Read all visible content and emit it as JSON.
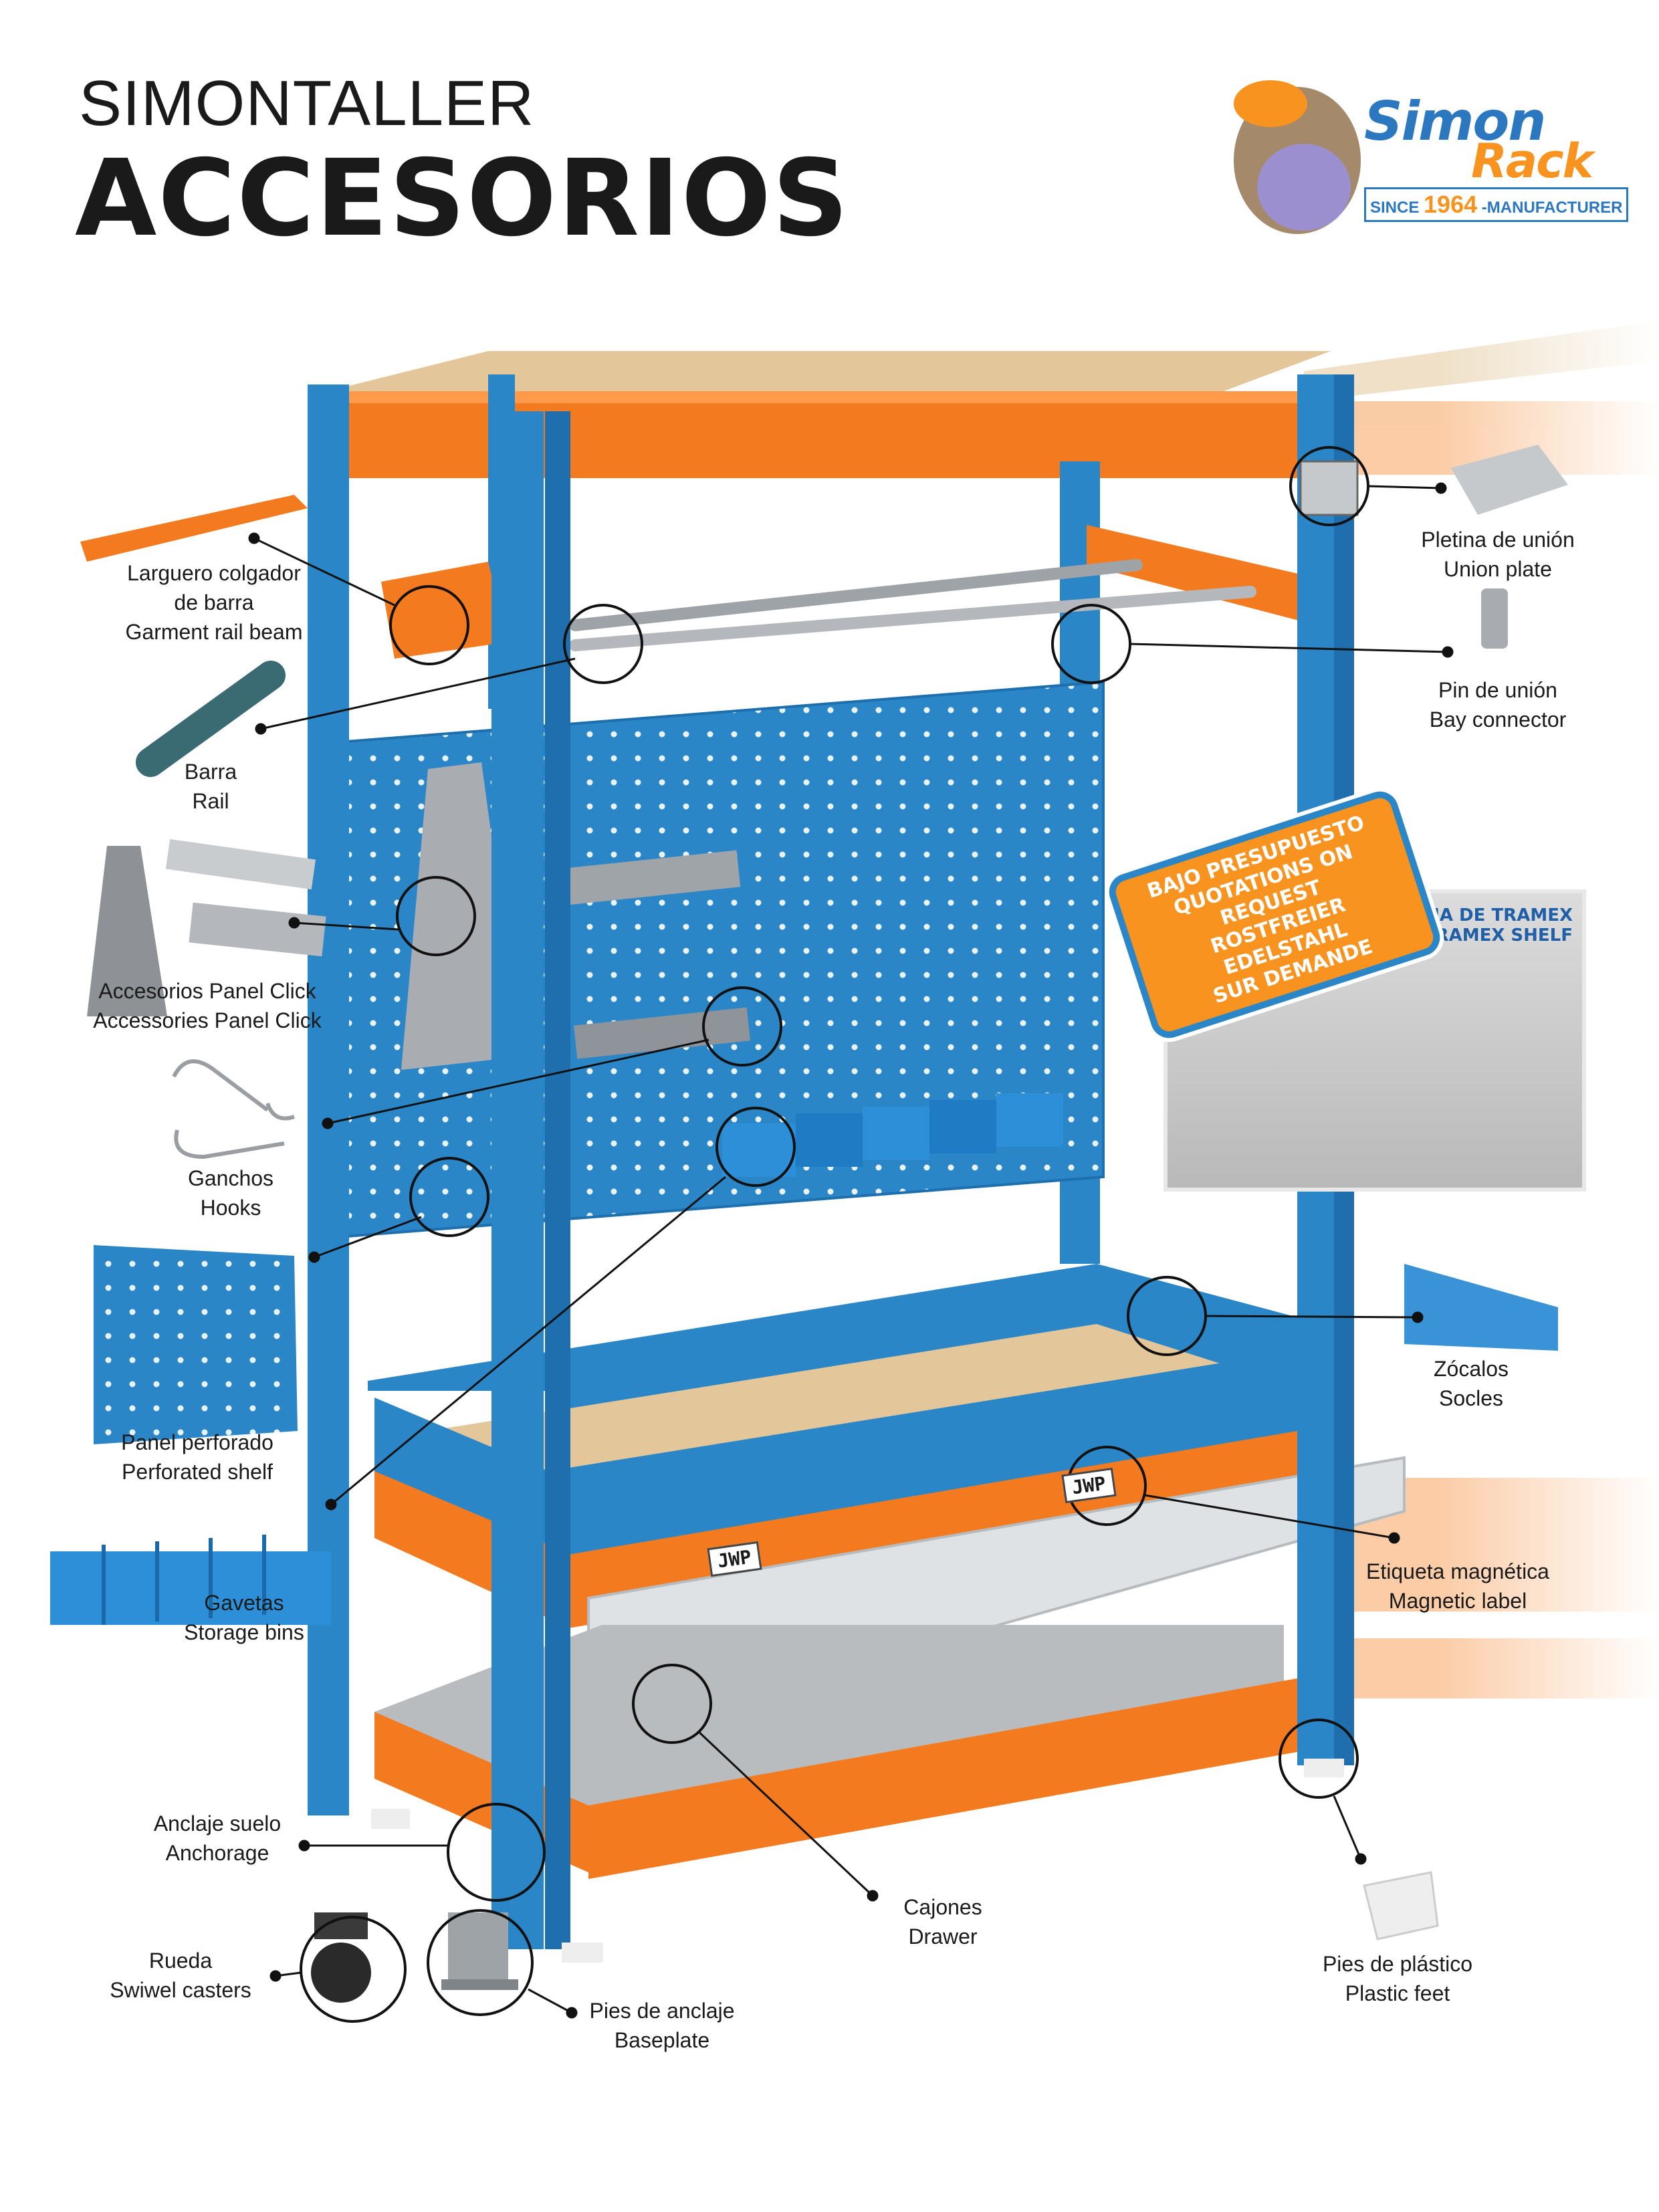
{
  "header": {
    "subtitle": "SIMONTALLER",
    "title": "ACCESORIOS"
  },
  "logo": {
    "word1": "Simon",
    "word2": "Rack",
    "since_prefix": "SINCE",
    "since_year": "1964",
    "since_suffix": "-MANUFACTURER"
  },
  "labels": [
    {
      "id": "garment-rail-beam",
      "lines": [
        "Larguero colgador",
        "de barra",
        "Garment rail beam"
      ]
    },
    {
      "id": "rail",
      "lines": [
        "Barra",
        "Rail"
      ]
    },
    {
      "id": "panel-click",
      "lines": [
        "Accesorios Panel Click",
        "Accessories Panel Click"
      ]
    },
    {
      "id": "hooks",
      "lines": [
        "Ganchos",
        "Hooks"
      ]
    },
    {
      "id": "perforated-shelf",
      "lines": [
        "Panel perforado",
        "Perforated shelf"
      ]
    },
    {
      "id": "storage-bins",
      "lines": [
        "Gavetas",
        "Storage bins"
      ]
    },
    {
      "id": "anchorage",
      "lines": [
        "Anclaje suelo",
        "Anchorage"
      ]
    },
    {
      "id": "casters",
      "lines": [
        "Rueda",
        "Swiwel casters"
      ]
    },
    {
      "id": "baseplate",
      "lines": [
        "Pies de anclaje",
        "Baseplate"
      ]
    },
    {
      "id": "drawer",
      "lines": [
        "Cajones",
        "Drawer"
      ]
    },
    {
      "id": "plastic-feet",
      "lines": [
        "Pies de plástico",
        "Plastic feet"
      ]
    },
    {
      "id": "magnetic-label",
      "lines": [
        "Etiqueta magnética",
        "Magnetic label"
      ]
    },
    {
      "id": "socles",
      "lines": [
        "Zócalos",
        "Socles"
      ]
    },
    {
      "id": "bay-connector",
      "lines": [
        "Pin de unión",
        "Bay connector"
      ]
    },
    {
      "id": "union-plate",
      "lines": [
        "Pletina de unión",
        "Union plate"
      ]
    }
  ],
  "badge": {
    "lines": [
      "BAJO PRESUPUESTO",
      "QUOTATIONS ON REQUEST",
      "ROSTFREIER EDELSTAHL",
      "SUR DEMANDE"
    ]
  },
  "tramex": {
    "lines": [
      "BANDEJA DE TRAMEX",
      "TRAMEX SHELF"
    ]
  },
  "tags": [
    "JWP",
    "JWP"
  ],
  "colors": {
    "upright_blue": "#2b86c8",
    "beam_orange": "#f47a20",
    "wood": "#e3c79a",
    "galvanized": "#b9bcbf",
    "bins_blue": "#2d8fd8"
  }
}
